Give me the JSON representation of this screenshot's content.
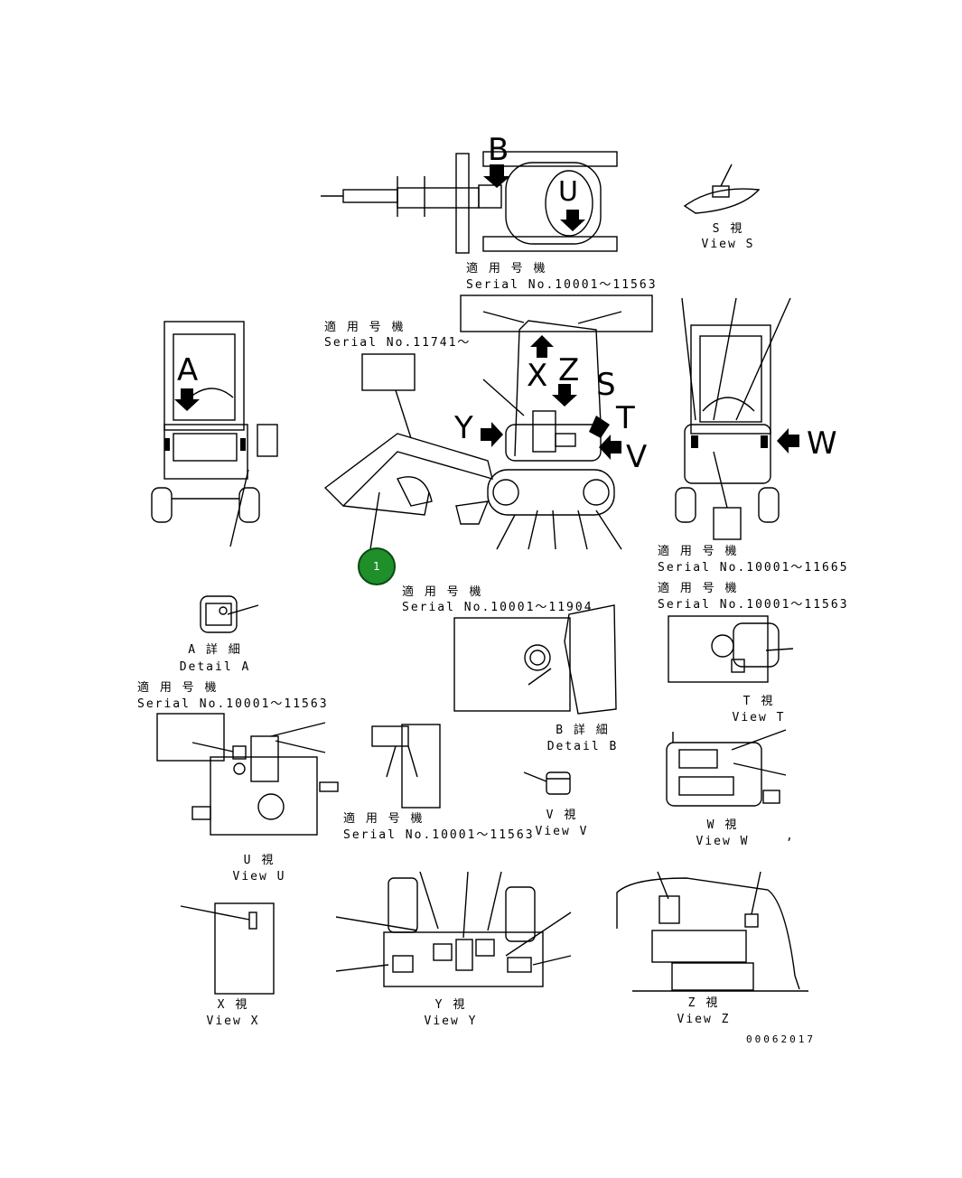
{
  "serial_header": "適 用 号 機",
  "labels": {
    "serial_top": "Serial No.10001～11563",
    "serial_boom": "Serial No.11741～",
    "serial_right_1": "Serial No.10001～11665",
    "serial_right_2": "Serial No.10001～11563",
    "serial_detail_b": "Serial No.10001～11904",
    "serial_left": "Serial No.10001～11563",
    "serial_bottom_mid": "Serial No.10001～11563"
  },
  "views": {
    "s_jp": "S 視",
    "s_en": "View S",
    "a_jp": "A 詳 細",
    "a_en": "Detail A",
    "b_jp": "B 詳 細",
    "b_en": "Detail B",
    "t_jp": "T 視",
    "t_en": "View T",
    "u_jp": "U 視",
    "u_en": "View U",
    "v_jp": "V 視",
    "v_en": "View V",
    "w_jp": "W 視",
    "w_en": "View W",
    "x_jp": "X 視",
    "x_en": "View X",
    "y_jp": "Y 視",
    "y_en": "View Y",
    "z_jp": "Z 視",
    "z_en": "View Z"
  },
  "letters": {
    "b": "B",
    "u": "U",
    "a": "A",
    "x": "X",
    "z": "Z",
    "s": "S",
    "y": "Y",
    "t": "T",
    "v": "V",
    "w": "W"
  },
  "callout": "1",
  "drawing_number": "00062017",
  "comma_mark": ","
}
